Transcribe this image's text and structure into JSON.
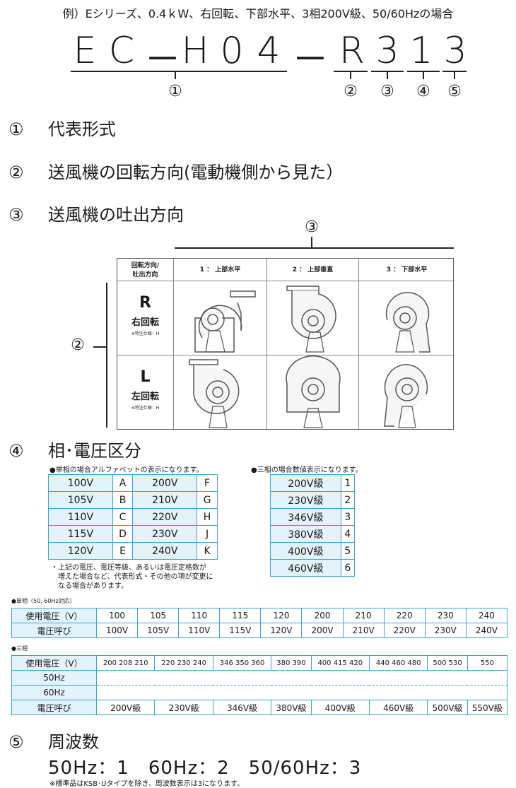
{
  "example": "例）Eシリーズ、0.4ｋW、右回転、下部水平、3相200V級、50/60Hzの場合",
  "code": [
    "E",
    "C",
    "－",
    "H",
    "0",
    "4",
    "－",
    "R",
    "3",
    "1",
    "3"
  ],
  "markers": [
    "①",
    "②",
    "③",
    "④",
    "⑤"
  ],
  "sections": {
    "s1": {
      "num": "①",
      "title": "代表形式"
    },
    "s2": {
      "num": "②",
      "title": "送風機の回転方向(電動機側から見た）"
    },
    "s3": {
      "num": "③",
      "title": "送風機の吐出方向"
    },
    "s4": {
      "num": "④",
      "title": "相･電圧区分"
    },
    "s5": {
      "num": "⑤",
      "title": "周波数"
    }
  },
  "orientation": {
    "corner": "回転方向/\n吐出方向",
    "columns": [
      "1 ： 上部水平",
      "2 ： 上部垂直",
      "3 ： 下部水平"
    ],
    "rows": [
      {
        "letter": "R",
        "label": "右回転",
        "note": "※特注仕様：H"
      },
      {
        "letter": "L",
        "label": "左回転",
        "note": "※特注仕様：H"
      }
    ],
    "row_marker": "②",
    "col_marker": "③"
  },
  "single_phase": {
    "caption": "●単相の場合アルファベットの表示になります。",
    "rows": [
      [
        "100V",
        "A",
        "200V",
        "F"
      ],
      [
        "105V",
        "B",
        "210V",
        "G"
      ],
      [
        "110V",
        "C",
        "220V",
        "H"
      ],
      [
        "115V",
        "D",
        "230V",
        "J"
      ],
      [
        "120V",
        "E",
        "240V",
        "K"
      ]
    ],
    "note": "・上記の電圧、電圧等級、あるいは電圧定格数が\n　増えた場合など、代表形式・その他の項が変更に\n　なる場合があります。"
  },
  "three_phase": {
    "caption": "●三相の場合数値表示になります。",
    "rows": [
      [
        "200V級",
        "1"
      ],
      [
        "230V級",
        "2"
      ],
      [
        "346V級",
        "3"
      ],
      [
        "380V級",
        "4"
      ],
      [
        "400V級",
        "5"
      ],
      [
        "460V級",
        "6"
      ]
    ]
  },
  "single_detail": {
    "caption": "●単相（50, 60Hz対応）",
    "header": [
      "使用電圧（V）",
      "100",
      "105",
      "110",
      "115",
      "120",
      "200",
      "210",
      "220",
      "230",
      "240"
    ],
    "names": [
      "電圧呼び",
      "100V",
      "105V",
      "110V",
      "115V",
      "120V",
      "200V",
      "210V",
      "220V",
      "230V",
      "240V"
    ]
  },
  "three_detail": {
    "caption": "●三相",
    "header": [
      "使用電圧（V）",
      "200 208 210",
      "220 230 240",
      "346 350 360",
      "380 390",
      "400 415 420",
      "440 460 480",
      "500 530",
      "550"
    ],
    "row_50": "50Hz",
    "row_60": "60Hz",
    "names": [
      "電圧呼び",
      "200V級",
      "230V級",
      "346V級",
      "380V級",
      "400V級",
      "460V級",
      "500V級",
      "550V級"
    ]
  },
  "frequency": {
    "text": "50Hz：1　60Hz：2　50/60Hz：3",
    "note": "※標準品はKSB･Uタイプを除き、周波数表示は3になります。"
  },
  "colors": {
    "accent": "#3aa3d8",
    "cell": "#e3f3fb"
  }
}
